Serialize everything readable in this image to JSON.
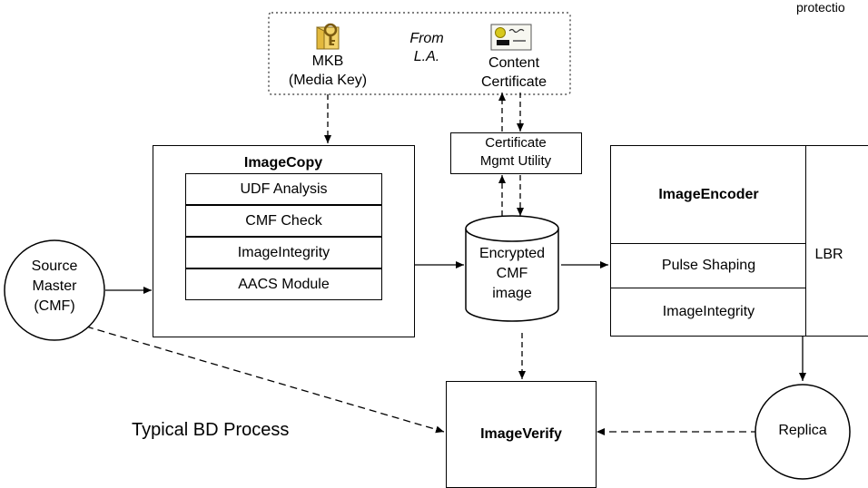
{
  "corner_text": "protectio",
  "license_authority": {
    "from_label_line1": "From",
    "from_label_line2": "L.A.",
    "mkb_line1": "MKB",
    "mkb_line2": "(Media Key)",
    "cert_line1": "Content",
    "cert_line2": "Certificate"
  },
  "cert_mgmt": {
    "line1": "Certificate",
    "line2": "Mgmt Utility"
  },
  "image_copy": {
    "title": "ImageCopy",
    "modules": [
      "UDF Analysis",
      "CMF Check",
      "ImageIntegrity",
      "AACS Module"
    ]
  },
  "encrypted_image": {
    "line1": "Encrypted",
    "line2": "CMF",
    "line3": "image"
  },
  "image_encoder": {
    "title": "ImageEncoder",
    "modules": [
      "Pulse Shaping",
      "ImageIntegrity"
    ],
    "lbr": "LBR"
  },
  "source_master": {
    "line1": "Source",
    "line2": "Master",
    "line3": "(CMF)"
  },
  "replica": "Replica",
  "image_verify": "ImageVerify",
  "process_caption": "Typical BD Process"
}
